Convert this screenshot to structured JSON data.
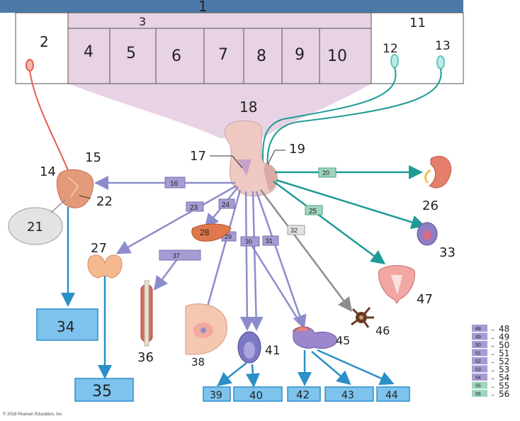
{
  "colors": {
    "header": "#4d79a8",
    "pink_panel": "#e8d3e5",
    "lavender_arrow": "#8c8ccc",
    "teal_arrow": "#1f9b95",
    "blue_arrow": "#2b8fc8",
    "gray_arrow": "#8d8d8d",
    "blue_box": "#7ec3ee",
    "purple_tag": "#a79bd3",
    "green_tag": "#9fd6bd",
    "red_neuron": "#e35d4f",
    "teal_neuron": "#5ec8c0"
  },
  "header": {
    "label": "1"
  },
  "top_row": {
    "left_label": "2",
    "pink_label": "3",
    "cells": [
      "4",
      "5",
      "6",
      "7",
      "8",
      "9",
      "10"
    ],
    "right_label": "11",
    "right_items": [
      "12",
      "13"
    ]
  },
  "labels": {
    "l14": "14",
    "l15": "15",
    "l16": "16",
    "l17": "17",
    "l18": "18",
    "l19": "19",
    "l20": "20",
    "l21": "21",
    "l22": "22",
    "l23": "23",
    "l24": "24",
    "l25": "25",
    "l26": "26",
    "l27": "27",
    "l28": "28",
    "l29": "29",
    "l30": "30",
    "l31": "31",
    "l32": "32",
    "l33": "33",
    "l34": "34",
    "l35": "35",
    "l36": "36",
    "l37": "37",
    "l38": "38",
    "l39": "39",
    "l40": "40",
    "l41": "41",
    "l42": "42",
    "l43": "43",
    "l44": "44",
    "l45": "45",
    "l46": "46",
    "l47": "47"
  },
  "legend": [
    {
      "code": "48",
      "answer": "48",
      "color": "#a79bd3"
    },
    {
      "code": "49",
      "answer": "49",
      "color": "#a79bd3"
    },
    {
      "code": "50",
      "answer": "50",
      "color": "#a79bd3"
    },
    {
      "code": "51",
      "answer": "51",
      "color": "#a79bd3"
    },
    {
      "code": "52",
      "answer": "52",
      "color": "#a79bd3"
    },
    {
      "code": "53",
      "answer": "53",
      "color": "#a79bd3"
    },
    {
      "code": "54",
      "answer": "54",
      "color": "#a79bd3"
    },
    {
      "code": "55",
      "answer": "55",
      "color": "#9fd6bd"
    },
    {
      "code": "56",
      "answer": "56",
      "color": "#9fd6bd"
    }
  ],
  "copyright": "© 2018 Pearson Education, Inc."
}
